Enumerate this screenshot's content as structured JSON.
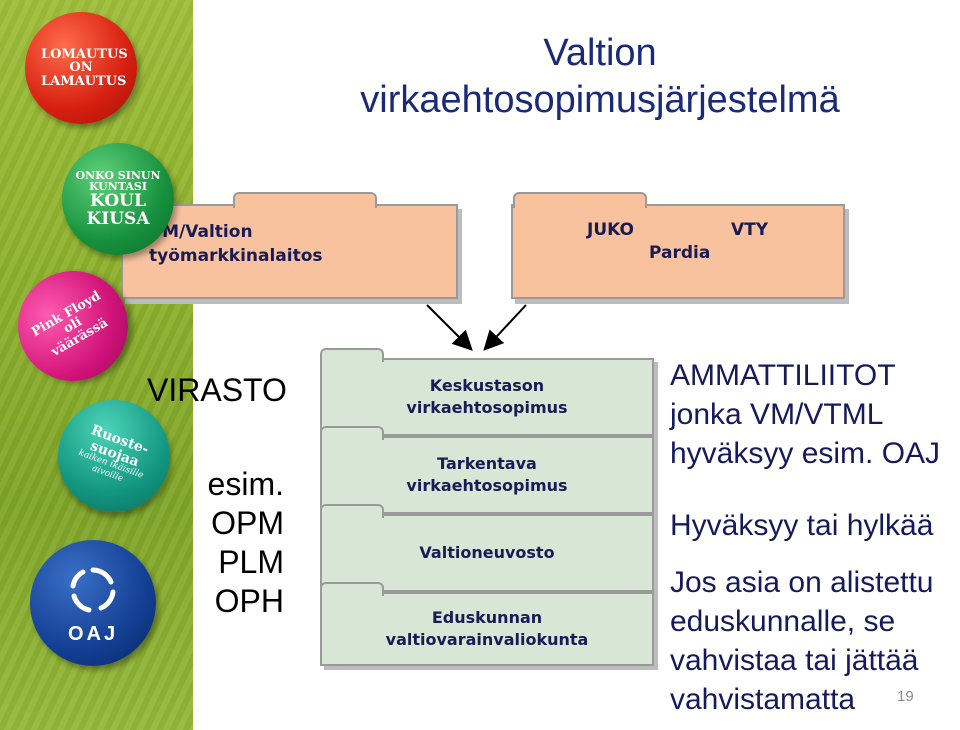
{
  "title": "Valtion virkaehtosopimusjärjestelmä",
  "badges": {
    "b1": "LOMAUTUS ON LAMAUTUS",
    "b2_line1": "ONKO SINUN KUNTASI",
    "b2_line2": "KOUL KIUSA",
    "b3": "Pink Floyd oli väärässä",
    "b4_main": "Ruoste-suojaa",
    "b4_small": "kaiken ikäisille aivoille",
    "b5": "OAJ"
  },
  "top_folders": {
    "left": {
      "line1": "VM/Valtion",
      "line2": "työmarkkinalaitos"
    },
    "right": {
      "juko": "JUKO",
      "vty": "VTY",
      "pardia": "Pardia"
    }
  },
  "stack": [
    {
      "line1": "Keskustason",
      "line2": "virkaehtosopimus"
    },
    {
      "line1": "Tarkentava",
      "line2": "virkaehtosopimus"
    },
    {
      "line1": "Valtioneuvosto",
      "line2": ""
    },
    {
      "line1": "Eduskunnan",
      "line2": "valtiovarainvaliokunta"
    }
  ],
  "left_labels": {
    "virasto": "VIRASTO",
    "orgs": [
      "esim.",
      "OPM",
      "PLM",
      "OPH"
    ]
  },
  "right_text": {
    "block1": [
      "AMMATTILIITOT",
      "jonka VM/VTML",
      "hyväksyy esim. OAJ"
    ],
    "block2": "Hyväksyy tai hylkää",
    "block3": [
      "Jos asia on alistettu",
      "eduskunnalle, se",
      "vahvistaa tai jättää",
      "vahvistamatta"
    ]
  },
  "page_number": "19",
  "colors": {
    "title": "#1a2a7a",
    "folder_orange": "#f7c29d",
    "folder_green": "#d8e6d5",
    "sidebar": "#8fb22d"
  },
  "icons": [
    "badge-lomautus",
    "badge-onko-kuntasi",
    "badge-pink-floyd",
    "badge-ruostesuojaa",
    "badge-oaj-logo"
  ]
}
